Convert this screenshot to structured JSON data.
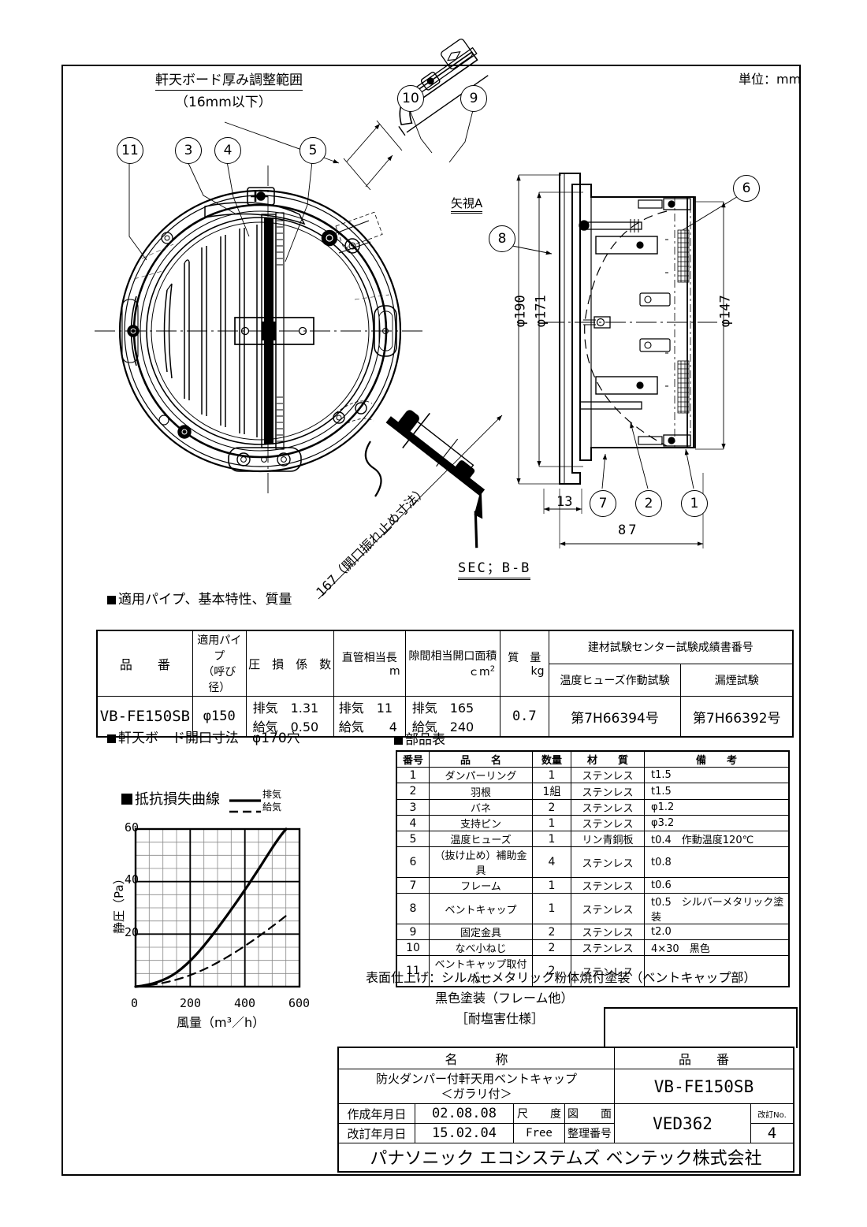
{
  "sheet": {
    "unit_note": "単位：mm",
    "view_arrow_label": "矢視A",
    "section_label": "SEC；B-B"
  },
  "front_view": {
    "note_title": "軒天ボード厚み調整範囲",
    "note_sub": "（16mm以下）",
    "balloons": [
      "11",
      "3",
      "4",
      "5",
      "10",
      "9",
      "6",
      "8",
      "7",
      "2",
      "1"
    ],
    "diag_dim": "167（開口振れ止め寸法）"
  },
  "side_view": {
    "dim_phi190": "φ190",
    "dim_phi171": "φ171",
    "dim_phi147": "φ147",
    "dim_13": "13",
    "dim_87": "87"
  },
  "spec_section": {
    "heading": "適用パイプ、基本特性、質量",
    "headers": {
      "model": "品　　番",
      "pipe": "適用パイプ",
      "pipe_sub": "（呼び径）",
      "pressure": "圧　損　係　数",
      "length": "直管相当長",
      "length_unit": "m",
      "area": "隙間相当開口面積",
      "area_unit": "ｃm",
      "area_unit_sup": "2",
      "mass": "質　量",
      "mass_unit": "kg",
      "cert": "建材試験センター試験成績書番号",
      "cert_fuse": "温度ヒューズ作動試験",
      "cert_smoke": "漏煙試験"
    },
    "row": {
      "model": "VB-FE150SB",
      "pipe": "φ150",
      "pressure_exhaust": "排気　1.31",
      "pressure_supply": "給気　0.50",
      "length_exhaust": "排気　11",
      "length_supply": "給気　　4",
      "area_exhaust": "排気　165",
      "area_supply": "給気　240",
      "mass": "0.7",
      "cert_fuse": "第7H66394号",
      "cert_smoke": "第7H66392号"
    }
  },
  "opening_note": {
    "heading": "軒天ボード開口寸法　φ170穴"
  },
  "chart_data": {
    "type": "line",
    "title": "抵抗損失曲線",
    "xlabel": "風量（m³／h）",
    "ylabel": "静圧（Pa）",
    "xlim": [
      0,
      600
    ],
    "ylim": [
      0,
      60
    ],
    "xticks": [
      0,
      200,
      400,
      600
    ],
    "yticks": [
      20,
      40,
      60
    ],
    "x_minor_step": 50,
    "y_minor_step": 5,
    "grid": true,
    "legend_position": "top-right",
    "series": [
      {
        "name": "排気",
        "style": "solid",
        "x": [
          0,
          50,
          100,
          150,
          200,
          250,
          300,
          350,
          400,
          450,
          500,
          550,
          575
        ],
        "values": [
          0,
          1,
          2.5,
          5.5,
          10,
          14.5,
          20,
          26,
          33,
          40.5,
          48.5,
          57,
          61
        ]
      },
      {
        "name": "給気",
        "style": "dashed",
        "x": [
          0,
          50,
          100,
          150,
          200,
          250,
          300,
          350,
          400,
          450,
          500,
          550,
          580
        ],
        "values": [
          0,
          0.5,
          1.2,
          2.2,
          3.5,
          5.2,
          7.2,
          9.6,
          12.3,
          15.5,
          19,
          23,
          26
        ]
      }
    ]
  },
  "parts_list": {
    "heading": "部品表",
    "headers": [
      "番号",
      "品　　名",
      "数量",
      "材　　質",
      "備　　考"
    ],
    "rows": [
      {
        "no": "1",
        "name": "ダンパーリング",
        "qty": "1",
        "material": "ステンレス",
        "remark": "t1.5"
      },
      {
        "no": "2",
        "name": "羽根",
        "qty": "1組",
        "material": "ステンレス",
        "remark": "t1.5"
      },
      {
        "no": "3",
        "name": "バネ",
        "qty": "2",
        "material": "ステンレス",
        "remark": "φ1.2"
      },
      {
        "no": "4",
        "name": "支持ピン",
        "qty": "1",
        "material": "ステンレス",
        "remark": "φ3.2"
      },
      {
        "no": "5",
        "name": "温度ヒューズ",
        "qty": "1",
        "material": "リン青銅板",
        "remark": "t0.4　作動温度120℃"
      },
      {
        "no": "6",
        "name": "（抜け止め）補助金具",
        "qty": "4",
        "material": "ステンレス",
        "remark": "t0.8"
      },
      {
        "no": "7",
        "name": "フレーム",
        "qty": "1",
        "material": "ステンレス",
        "remark": "t0.6"
      },
      {
        "no": "8",
        "name": "ベントキャップ",
        "qty": "1",
        "material": "ステンレス",
        "remark": "t0.5　シルバーメタリック塗装"
      },
      {
        "no": "9",
        "name": "固定金具",
        "qty": "2",
        "material": "ステンレス",
        "remark": "t2.0"
      },
      {
        "no": "10",
        "name": "なべ小ねじ",
        "qty": "2",
        "material": "ステンレス",
        "remark": "4×30　黒色"
      },
      {
        "no": "11",
        "name": "ベントキャップ取付ねじ",
        "qty": "2",
        "material": "ステンレス",
        "remark": ""
      }
    ]
  },
  "finish_notes": {
    "line1": "表面仕上げ：シルバーメタリック粉体焼付塗装（ベントキャップ部）",
    "line2": "黒色塗装（フレーム他）",
    "line3": "［耐塩害仕様］"
  },
  "title_block": {
    "name_header": "名　　　称",
    "model_header": "品　　番",
    "product_name_1": "防火ダンパー付軒天用ベントキャップ",
    "product_name_2": "＜ガラリ付＞",
    "model_number": "VB-FE150SB",
    "created_label": "作成年月日",
    "created_date": "02.08.08",
    "revised_label": "改訂年月日",
    "revised_date": "15.02.04",
    "scale_label": "尺　　度",
    "scale_value": "Free",
    "drawing_label": "図　　面",
    "mgmt_label": "整理番号",
    "drawing_number": "VED362",
    "rev_label": "改訂No.",
    "rev_value": "4",
    "company": "パナソニック エコシステムズ ベンテック株式会社"
  }
}
